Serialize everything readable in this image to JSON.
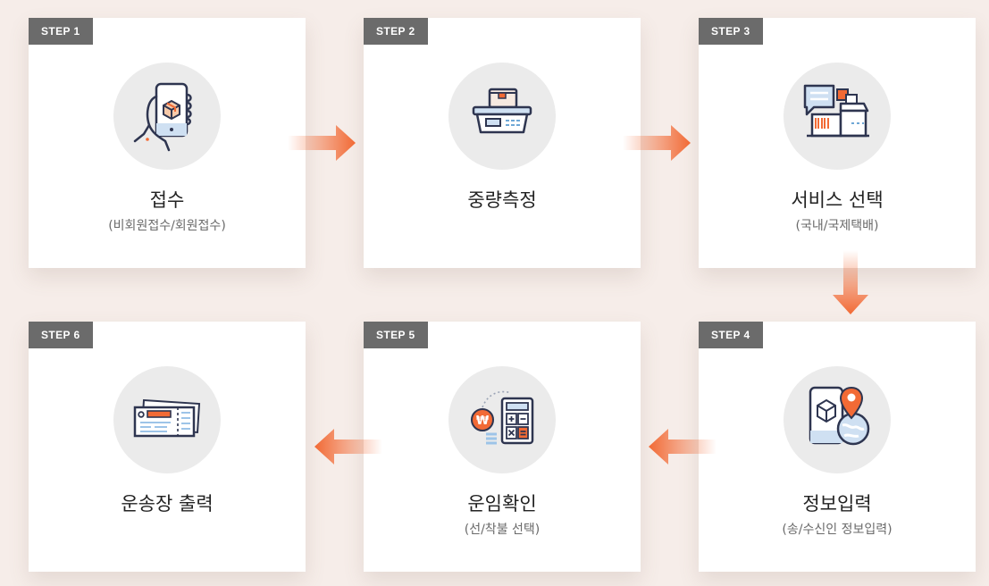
{
  "colors": {
    "accent": "#f26a35",
    "badge": "#6b6b6b",
    "background": "#f6ede9",
    "card": "#ffffff"
  },
  "steps": [
    {
      "badge": "STEP 1",
      "title": "접수",
      "subtitle": "(비회원접수/회원접수)",
      "icon": "hand-phone-box-icon"
    },
    {
      "badge": "STEP 2",
      "title": "중량측정",
      "subtitle": "",
      "icon": "weighing-scale-icon"
    },
    {
      "badge": "STEP 3",
      "title": "서비스 선택",
      "subtitle": "(국내/국제택배)",
      "icon": "parcel-chat-icon"
    },
    {
      "badge": "STEP 4",
      "title": "정보입력",
      "subtitle": "(송/수신인 정보입력)",
      "icon": "phone-location-globe-icon"
    },
    {
      "badge": "STEP 5",
      "title": "운임확인",
      "subtitle": "(선/착불 선택)",
      "icon": "coin-calculator-icon"
    },
    {
      "badge": "STEP 6",
      "title": "운송장 출력",
      "subtitle": "",
      "icon": "waybill-ticket-icon"
    }
  ]
}
